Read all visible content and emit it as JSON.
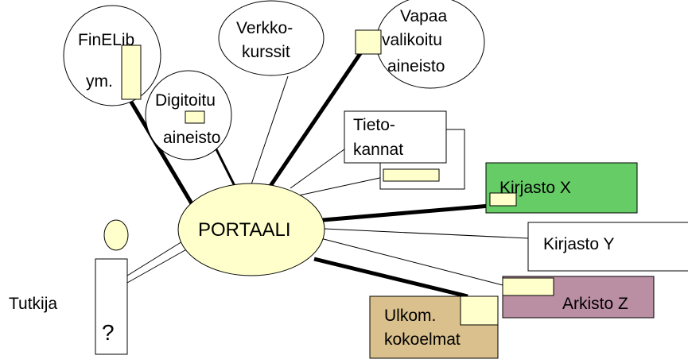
{
  "diagram": {
    "portal": {
      "label": "PORTAALI"
    },
    "user": {
      "label": "Tutkija",
      "question_mark": "?"
    },
    "sources": {
      "finelib": {
        "line1": "FinELib",
        "line2": "ym."
      },
      "verkkokurssit": {
        "line1": "Verkko-",
        "line2": "kurssit"
      },
      "vapaa": {
        "line1": "Vapaa",
        "line2": "valikoitu",
        "line3": "aineisto"
      },
      "digitoitu": {
        "line1": "Digitoitu",
        "line2": "aineisto"
      },
      "tietokannat": {
        "line1": "Tieto-",
        "line2": "kannat"
      },
      "kirjasto_x": {
        "label": "Kirjasto X"
      },
      "kirjasto_y": {
        "label": "Kirjasto Y"
      },
      "arkisto_z": {
        "label": "Arkisto Z"
      },
      "ulkom": {
        "line1": "Ulkom.",
        "line2": "kokoelmat"
      }
    },
    "colors": {
      "portal_fill": "#ffffcc",
      "doc_fill": "#ffffcc",
      "kirjasto_x_fill": "#66cc66",
      "arkisto_z_fill": "#bb8fa3",
      "ulkom_fill": "#d9c08c"
    }
  }
}
